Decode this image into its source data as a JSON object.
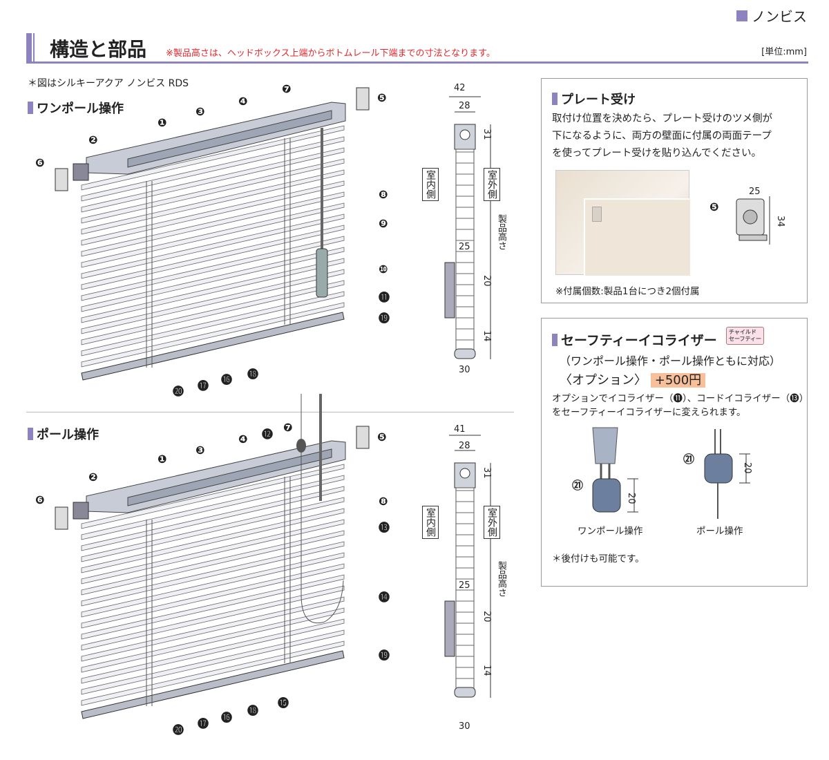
{
  "brand": "ノンビス",
  "title": "構造と部品",
  "note_red": "※製品高さは、ヘッドボックス上端からボトムレール下端までの寸法となります。",
  "unit": "[単位:mm]",
  "figure_note": "＊図はシルキーアクア ノンビス RDS",
  "section1": "ワンポール操作",
  "section2": "ポール操作",
  "callouts": {
    "1": "❶",
    "2": "❷",
    "3": "❸",
    "4": "❹",
    "5": "❺",
    "6": "❻",
    "7": "❼",
    "8": "❽",
    "9": "❾",
    "10": "❿",
    "11": "⓫",
    "12": "⓬",
    "13": "⓭",
    "14": "⓮",
    "15": "⓯",
    "16": "⓰",
    "17": "⓱",
    "18": "⓲",
    "19": "⓳",
    "20": "⓴",
    "21": "㉑"
  },
  "side1": {
    "w": "42",
    "w2": "28",
    "d1": "31",
    "d2": "25",
    "d3": "20",
    "d4": "14",
    "b": "30",
    "indoor": "室内側",
    "outdoor": "室外側",
    "height": "製品高さ"
  },
  "side2": {
    "w": "41",
    "w2": "28",
    "d1": "31",
    "d2": "25",
    "d3": "20",
    "d4": "14",
    "b": "30",
    "indoor": "室内側",
    "outdoor": "室外側",
    "height": "製品高さ"
  },
  "plate": {
    "title": "プレート受け",
    "body": [
      "取付け位置を決めたら、プレート受けのツメ側が",
      "下になるように、両方の壁面に付属の両面テープ",
      "を使ってプレート受けを貼り込んでください。"
    ],
    "dim_w": "25",
    "dim_h": "34",
    "note": "※付属個数:製品1台につき2個付属"
  },
  "safety": {
    "title": "セーフティーイコライザー",
    "badge": [
      "チャイルド",
      "セーフティー"
    ],
    "sub": "（ワンポール操作・ポール操作ともに対応）",
    "option": "〈オプション〉",
    "price": "+500円",
    "body": [
      "オプションでイコライザー（⓫）、コードイコライザー（⓭）",
      "をセーフティーイコライザーに変えられます。"
    ],
    "cap1": "ワンポール操作",
    "cap2": "ポール操作",
    "dim": "20",
    "note": "＊後付けも可能です。"
  }
}
